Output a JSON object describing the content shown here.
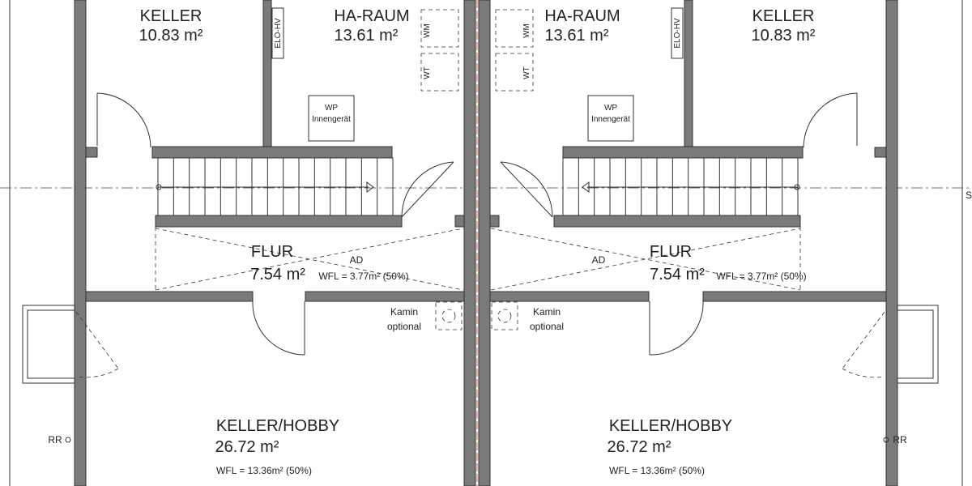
{
  "left_unit": {
    "keller": {
      "name": "KELLER",
      "area": "10.83 m²"
    },
    "ha_raum": {
      "name": "HA-RAUM",
      "area": "13.61 m²"
    },
    "flur": {
      "name": "FLUR",
      "area": "7.54 m²",
      "wfl": "WFL = 3.77m² (50%)",
      "ad": "AD"
    },
    "keller_hobby": {
      "name": "KELLER/HOBBY",
      "area": "26.72 m²",
      "wfl": "WFL = 13.36m² (50%)"
    },
    "wp_line1": "WP",
    "wp_line2": "Innengerät",
    "elo": "ELO-HV",
    "wm": "WM",
    "wt": "WT",
    "kamin_line1": "Kamin",
    "kamin_line2": "optional",
    "rr": "RR"
  },
  "right_unit": {
    "keller": {
      "name": "KELLER",
      "area": "10.83 m²"
    },
    "ha_raum": {
      "name": "HA-RAUM",
      "area": "13.61 m²"
    },
    "flur": {
      "name": "FLUR",
      "area": "7.54 m²",
      "wfl": "WFL = 3.77m² (50%)",
      "ad": "AD"
    },
    "keller_hobby": {
      "name": "KELLER/HOBBY",
      "area": "26.72 m²",
      "wfl": "WFL = 13.36m² (50%)"
    },
    "wp_line1": "WP",
    "wp_line2": "Innengerät",
    "elo": "ELO-HV",
    "wm": "WM",
    "wt": "WT",
    "kamin_line1": "Kamin",
    "kamin_line2": "optional",
    "rr": "RR"
  },
  "section_mark": "S"
}
